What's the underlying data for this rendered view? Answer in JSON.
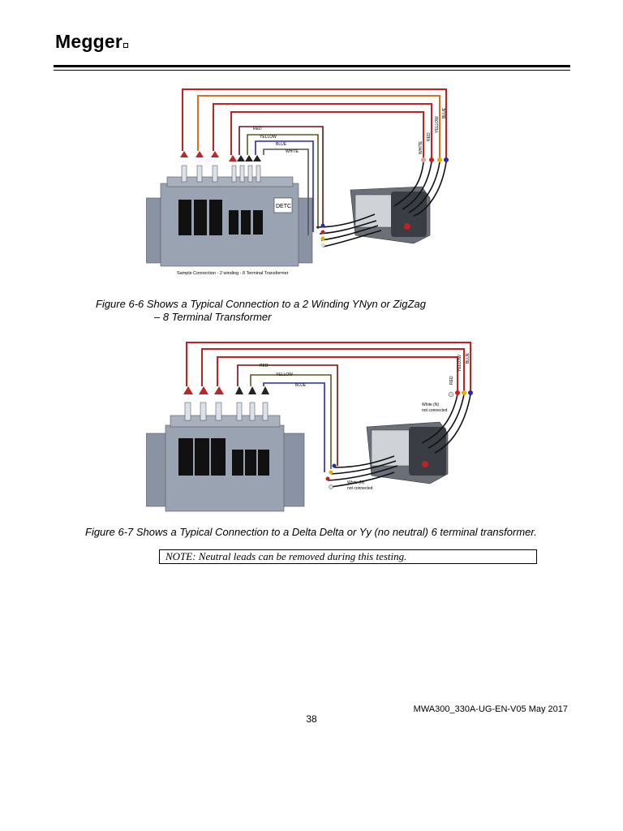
{
  "header": {
    "logo_text": "Megger"
  },
  "figure1": {
    "inset_caption": "Sample Connection - 2 winding - 8 Terminal Transformer",
    "labels": {
      "red": "RED",
      "yellow": "YELLOW",
      "blue": "BLUE",
      "white": "WHITE",
      "detc": "DETC",
      "lead_white": "WHITE",
      "lead_red": "RED",
      "lead_yellow": "YELLOW",
      "lead_blue": "BLUE"
    },
    "caption_line1": "Figure 6-6  Shows a Typical Connection to a 2 Winding YNyn or ZigZag",
    "caption_line2": "– 8 Terminal Transformer"
  },
  "figure2": {
    "labels": {
      "red": "RED",
      "yellow": "YELLOW",
      "blue": "BLUE",
      "lead_red": "RED",
      "lead_yellow": "YELLOW",
      "lead_blue": "BLUE",
      "white_top_1": "White (N)",
      "white_top_2": "not connected",
      "white_bot_1": "White (N)",
      "white_bot_2": "not connected"
    },
    "caption": "Figure 6-7 Shows a Typical Connection to a Delta Delta or Yy (no neutral) 6 terminal transformer."
  },
  "note": "NOTE:  Neutral leads can be removed during this testing.",
  "footer": {
    "doc_id": "MWA300_330A-UG-EN-V05 May 2017",
    "page_number": "38"
  },
  "colors": {
    "red": "#d42020",
    "orange": "#d8702a",
    "dark_red": "#8b1a1a",
    "yellow": "#c8a400",
    "blue": "#2a2aa8",
    "black": "#111111",
    "transformer": "#8a93a3"
  }
}
